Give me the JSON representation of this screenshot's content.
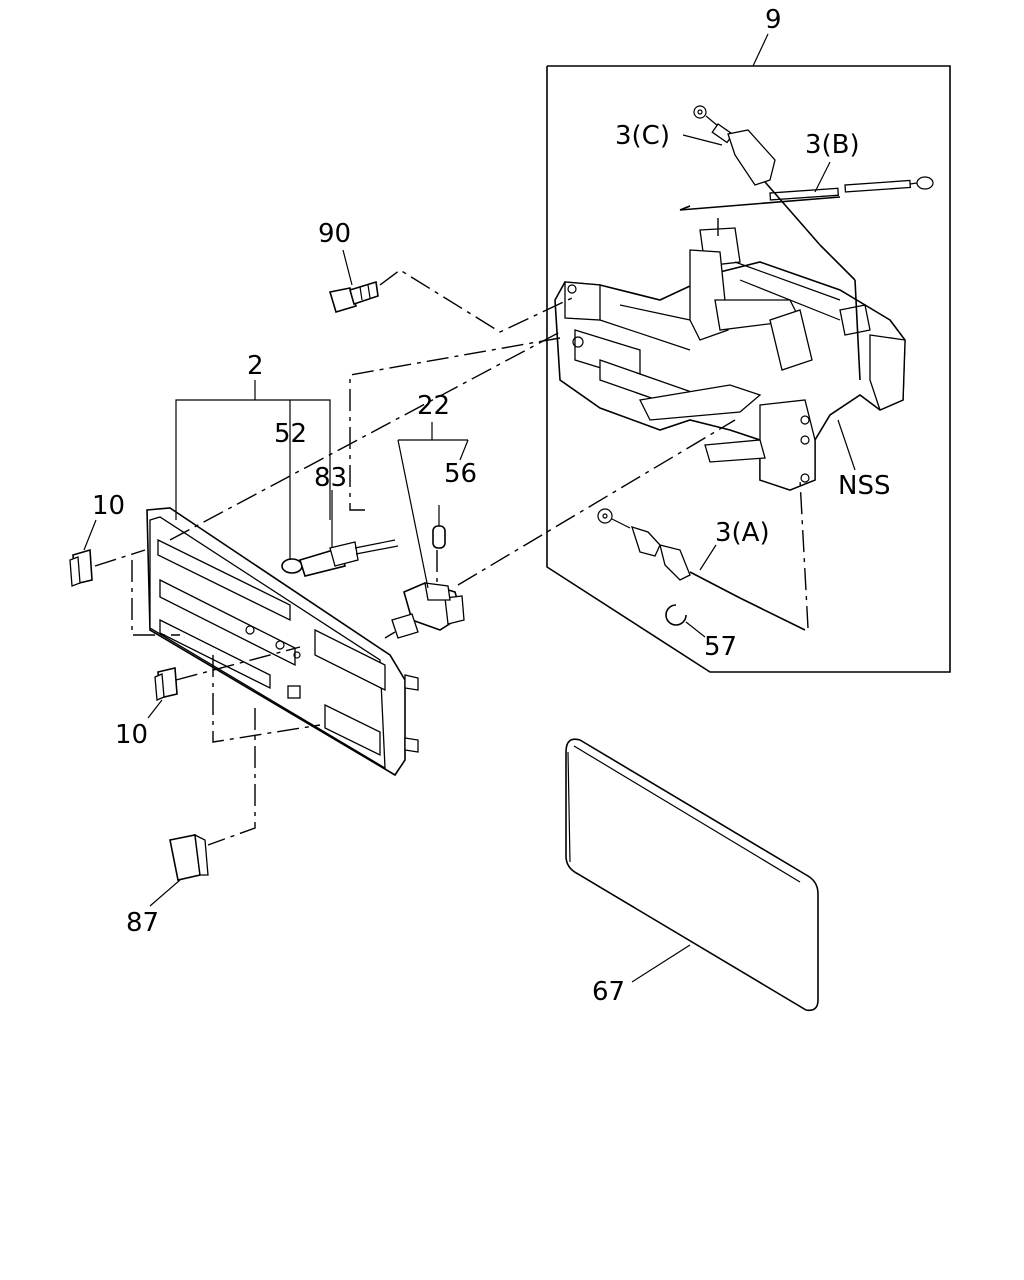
{
  "callouts": {
    "c9": "9",
    "c3c": "3(C)",
    "c3b": "3(B)",
    "c90": "90",
    "c2": "2",
    "c22": "22",
    "c52": "52",
    "c83": "83",
    "c56": "56",
    "c10_top": "10",
    "c10_bottom": "10",
    "cnss": "NSS",
    "c3a": "3(A)",
    "c57": "57",
    "c87": "87",
    "c67": "67"
  }
}
